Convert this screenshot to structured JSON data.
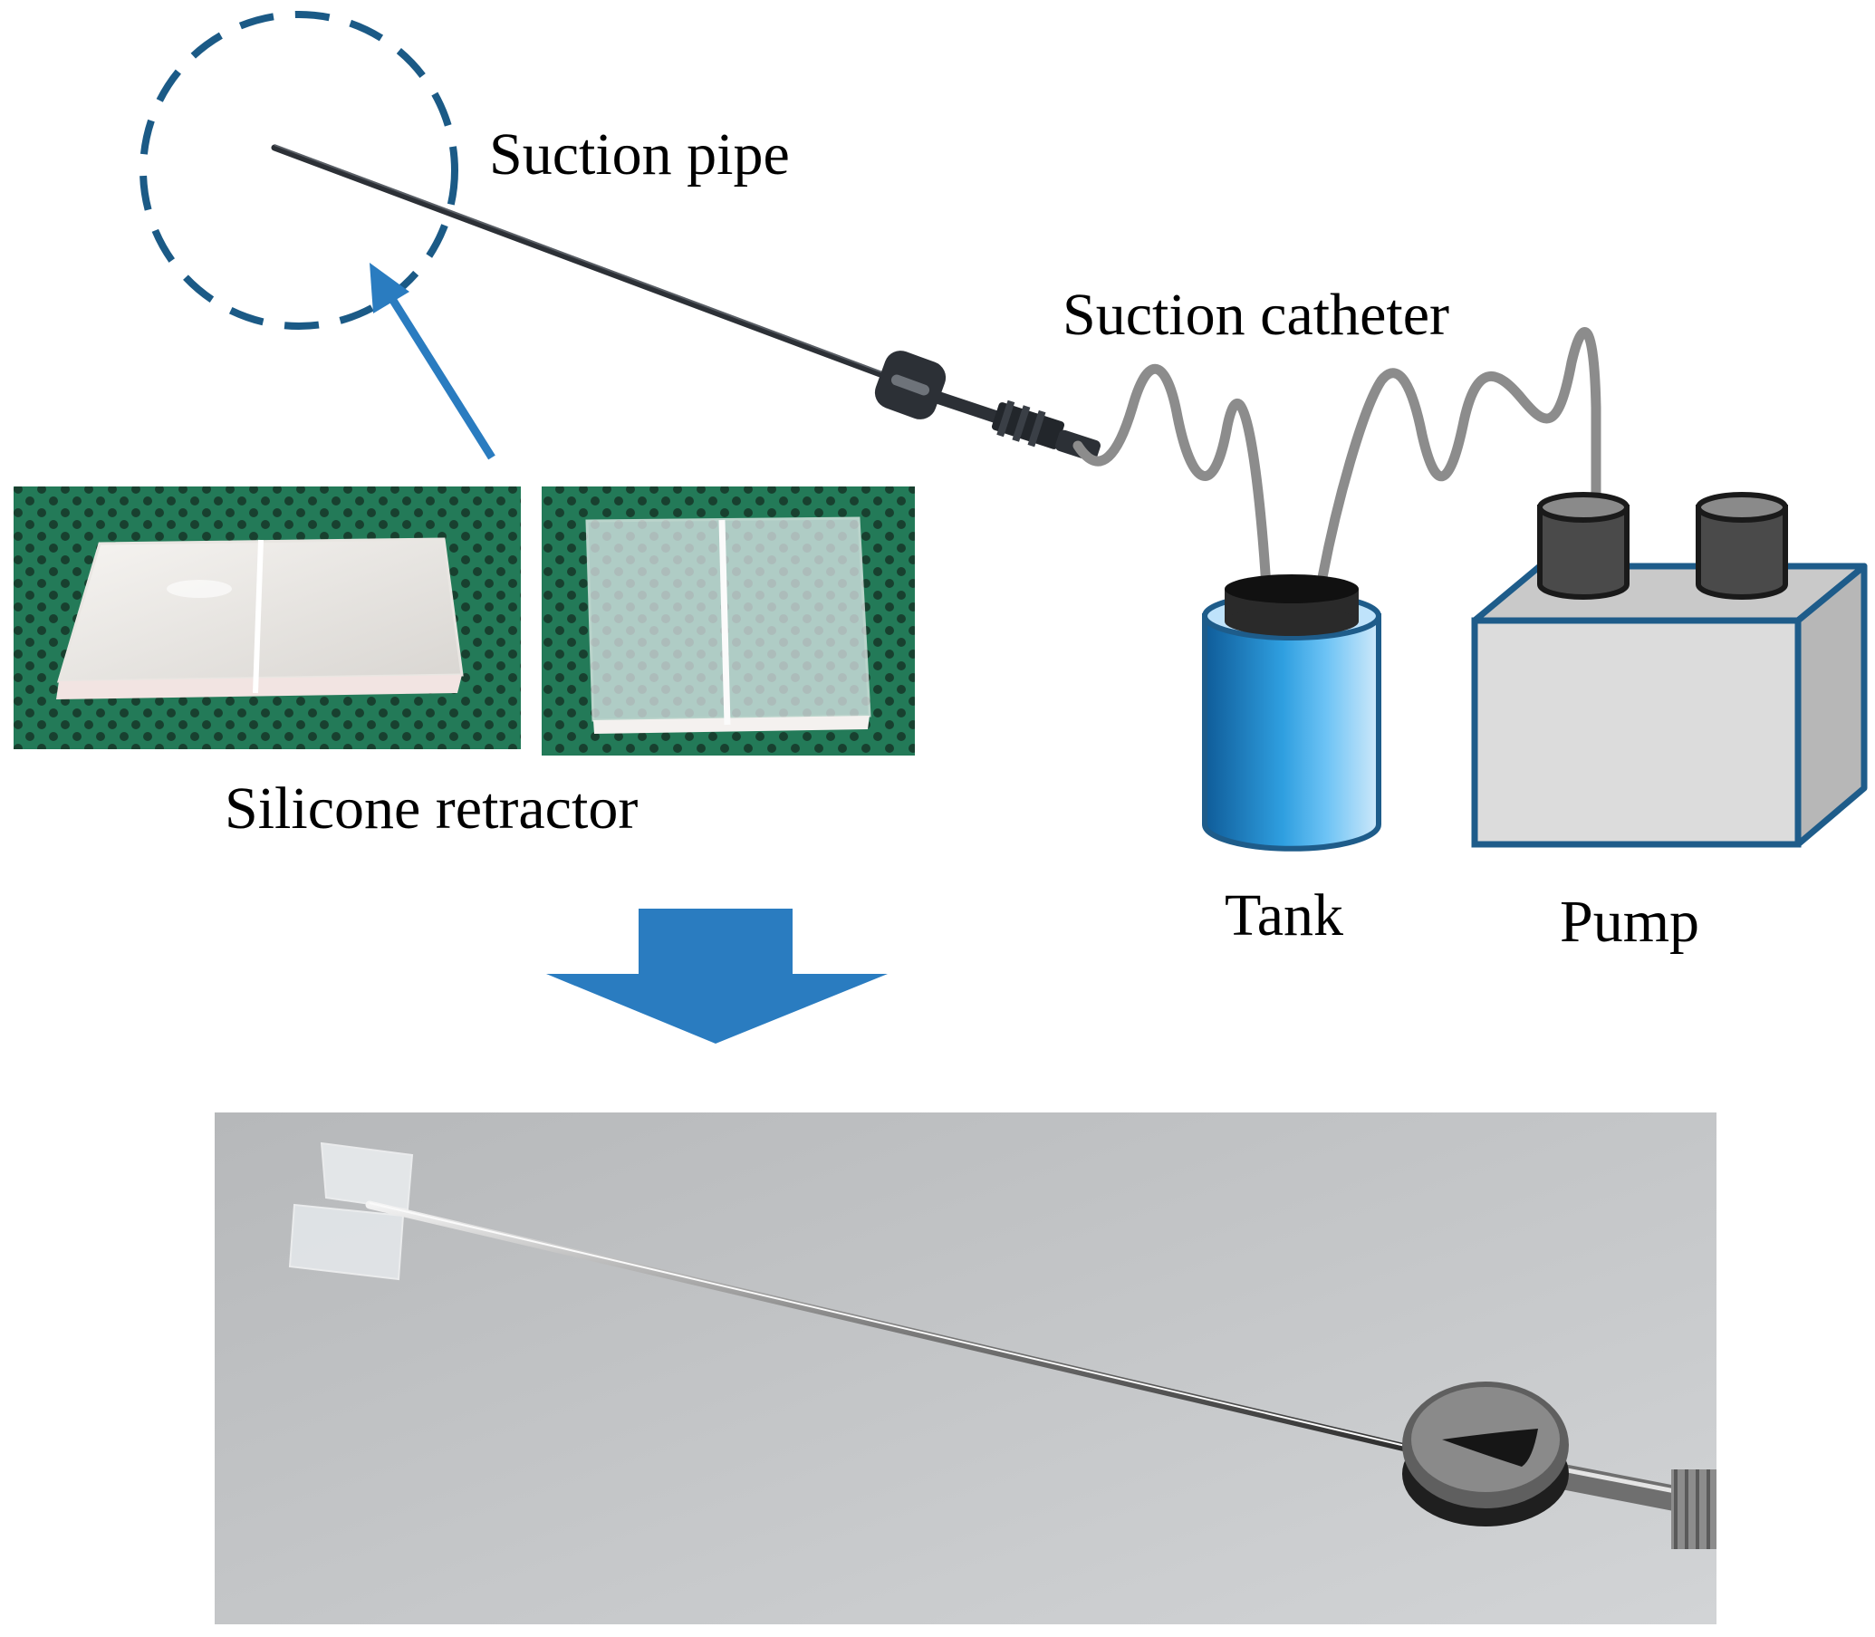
{
  "labels": {
    "suction_pipe": "Suction pipe",
    "suction_catheter": "Suction catheter",
    "silicone_retractor": "Silicone retractor",
    "tank": "Tank",
    "pump": "Pump"
  },
  "colors": {
    "accent_blue": "#2a7cc0",
    "dashed_circle": "#1b5a86",
    "pipe_dark": "#2c3036",
    "tube_gray": "#8c8c8c",
    "tank_blue": "#2f9fe0",
    "tank_rim": "#1e5c8a",
    "pump_face": "#dcdcdc",
    "pump_side": "#bdbdbd",
    "pump_edge": "#1e5c8a",
    "cap_dark": "#3c3c3c",
    "mat_green": "#237a58",
    "photo_bg": "#c7c9cb"
  },
  "icons": {
    "zoom_circle": "dashed-circle-icon",
    "pointer_arrow": "arrow-icon",
    "down_arrow": "down-arrow-icon"
  }
}
